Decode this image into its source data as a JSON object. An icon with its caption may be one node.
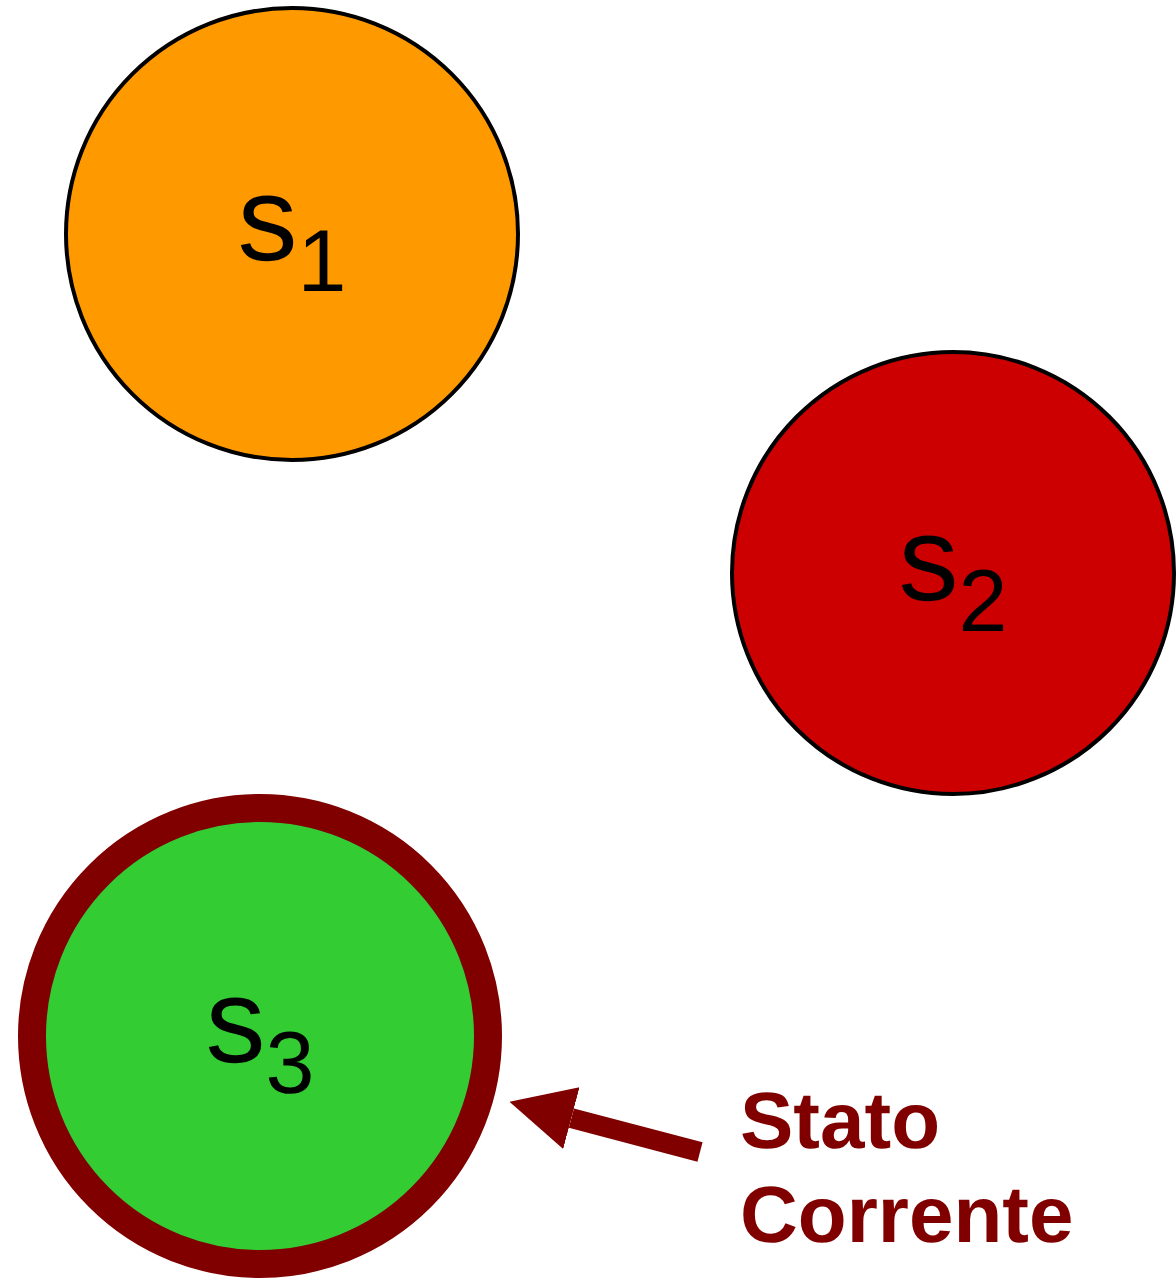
{
  "diagram": {
    "nodes": [
      {
        "text": [
          "s$_{1}$"
        ]
      },
      {
        "text": [
          "s$_{2}$"
        ]
      },
      {
        "text": [
          "s$_{3}$"
        ]
      },
      {
        "text": [
          "Stato Corrente"
        ]
      }
    ],
    "edges": [
      {
        "from": 3,
        "to": 2,
        "arrow": "to"
      }
    ]
  }
}
